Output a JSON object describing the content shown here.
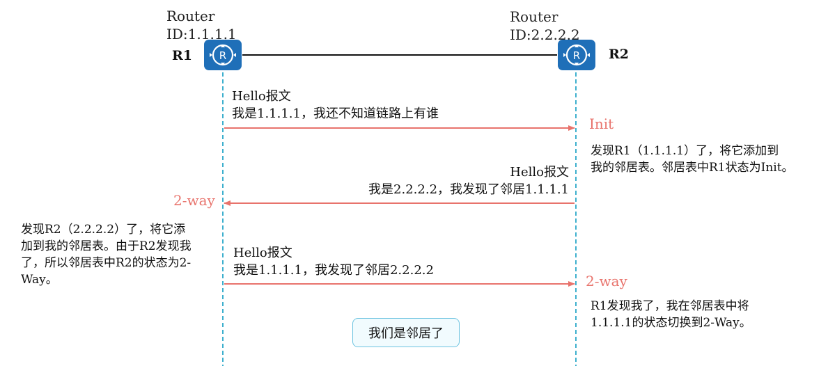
{
  "routers": [
    {
      "label": "R1",
      "title_line1": "Router",
      "title_line2": "ID:1.1.1.1"
    },
    {
      "label": "R2",
      "title_line1": "Router",
      "title_line2": "ID:2.2.2.2"
    }
  ],
  "messages": [
    {
      "line1": "Hello报文",
      "line2": "我是1.1.1.1，我还不知道链路上有谁",
      "direction": "R1->R2"
    },
    {
      "line1": "Hello报文",
      "line2": "我是2.2.2.2，我发现了邻居1.1.1.1",
      "direction": "R2->R1"
    },
    {
      "line1": "Hello报文",
      "line2": "我是1.1.1.1，我发现了邻居2.2.2.2",
      "direction": "R1->R2"
    }
  ],
  "states": {
    "r2_init": "Init",
    "r1_2way": "2-way",
    "r2_2way": "2-way"
  },
  "notes": {
    "r2_init": [
      "发现R1（1.1.1.1）了，将它添加到",
      "我的邻居表。邻居表中R1状态为Init。"
    ],
    "r1_2way": [
      "发现R2（2.2.2.2）了，将它添",
      "加到我的邻居表。由于R2发现我",
      "了，所以邻居表中R2的状态为2-",
      "Way。"
    ],
    "r2_2way": [
      "R1发现我了，我在邻居表中将",
      "1.1.1.1的状态切换到2-Way。"
    ]
  },
  "neighbor_box": "我们是邻居了",
  "colors": {
    "router_icon": "#1f6fb8",
    "lifeline": "#2aa7c9",
    "arrow": "#e8736c",
    "state_text": "#e8736c",
    "box_border": "#6cc3e0"
  },
  "icons": {
    "router": "router-icon"
  }
}
